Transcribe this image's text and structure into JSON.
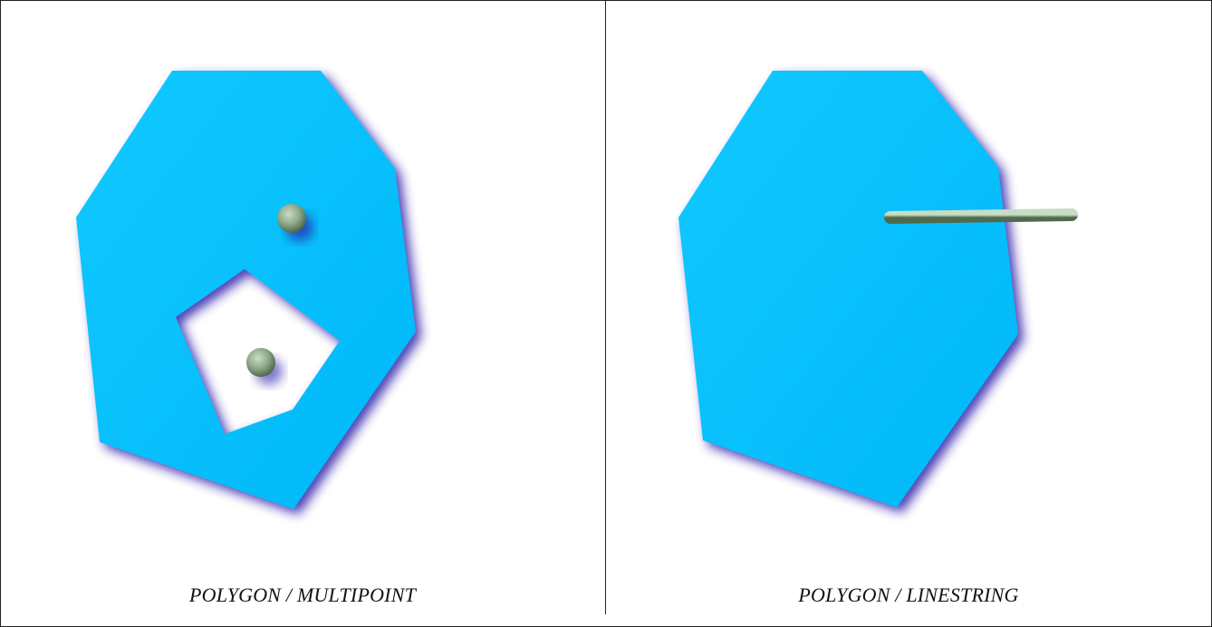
{
  "panels": [
    {
      "caption": "POLYGON / MULTIPOINT",
      "geometry": "polygon-with-hole-and-multipoint"
    },
    {
      "caption": "POLYGON / LINESTRING",
      "geometry": "polygon-and-linestring"
    }
  ],
  "colors": {
    "polygon_fill": "#00c0ff",
    "polygon_shadow": "#2a1aa8",
    "point_fill": "#8fa98a",
    "line_fill": "#8fa98a",
    "border": "#222222",
    "background": "#ffffff"
  }
}
